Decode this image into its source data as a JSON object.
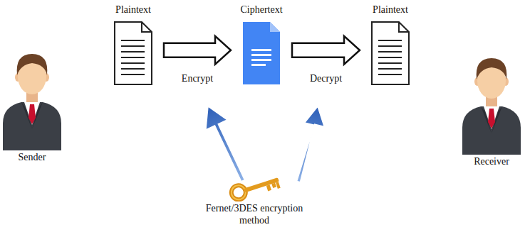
{
  "diagram": {
    "nodes": [
      {
        "text": [
          "Sender"
        ]
      },
      {
        "text": [
          "Plaintext"
        ]
      },
      {
        "text": [
          "Ciphertext"
        ]
      },
      {
        "text": [
          "Plaintext"
        ]
      },
      {
        "text": [
          "Receiver"
        ]
      },
      {
        "text": [
          "Fernet/3DES encryption method"
        ]
      }
    ],
    "edges": [
      {
        "from": 1,
        "to": 2,
        "label": "Encrypt",
        "arrow": "to"
      },
      {
        "from": 2,
        "to": 3,
        "label": "Decrypt",
        "arrow": "to"
      }
    ]
  }
}
